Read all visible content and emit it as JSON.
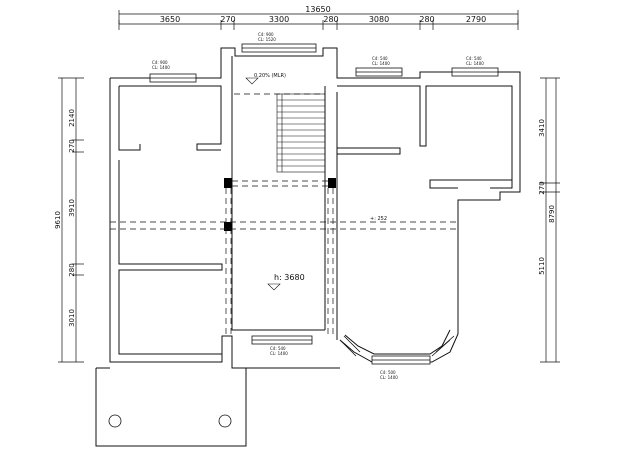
{
  "drawing": {
    "top_dimensions": {
      "overall": "13650",
      "segments": [
        "3650",
        "270",
        "3300",
        "280",
        "3080",
        "280",
        "2790"
      ]
    },
    "left_dimensions": {
      "overall": "9610",
      "segments": [
        "2140",
        "270",
        "3910",
        "280",
        "3010"
      ]
    },
    "right_dimensions": {
      "overall": "8790",
      "segments": [
        "3410",
        "270",
        "5110"
      ]
    },
    "windows": [
      {
        "c": "C4: 900",
        "cl": "CL: 1400"
      },
      {
        "c": "C4: 900",
        "cl": "CL: 1520"
      },
      {
        "c": "C4: 540",
        "cl": "CL: 1400"
      },
      {
        "c": "C4: 540",
        "cl": "CL: 1400"
      },
      {
        "c": "C4: 540",
        "cl": "CL: 1400"
      },
      {
        "c": "C4: 500",
        "cl": "CL: 1400"
      }
    ],
    "stair_note": "0.20% (MLR)",
    "beam_note": "+: 252",
    "height_note": "h: 3680",
    "colors": {
      "line": "#111111",
      "background": "#ffffff"
    }
  }
}
